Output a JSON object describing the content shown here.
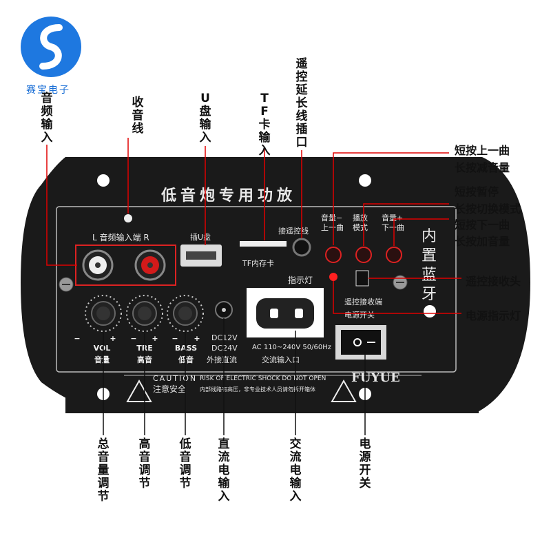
{
  "brand": {
    "name": "赛宝电子",
    "accent": "#1b6fd6"
  },
  "panel": {
    "title": "低音炮专用功放",
    "input_label": "L 音频输入端 R",
    "usb_label": "插U盘",
    "tf_label": "TF内存卡",
    "remote_ext_label": "接遥控线",
    "vol_down_label": "音量−",
    "vol_down_sub": "上一曲",
    "play_label": "播放",
    "play_sub": "模式",
    "vol_up_label": "音量+",
    "vol_up_sub": "下一曲",
    "bt_label": "内置蓝牙",
    "indicator_label": "指示灯",
    "remote_recv_label": "遥控接收端",
    "power_switch_label": "电源开关",
    "vol_knob": "VOL",
    "vol_cn": "音量",
    "tre_knob": "TRE",
    "tre_cn": "高音",
    "bass_knob": "BASS",
    "bass_cn": "低音",
    "minus": "−",
    "plus": "+",
    "dc_v1": "DC12V",
    "dc_v2": "DC24V",
    "dc_cn": "外接直流",
    "ac_range": "AC 110~240V 50/60Hz",
    "ac_cn": "交流输入口",
    "caution_en": "CAUTION",
    "caution_cn": "注意安全",
    "risk_en": "RISK OF ELECTRIC SHOCK DO NOT OPEN",
    "risk_cn": "内部线路有高压，非专业技术人员请勿拆开箱体",
    "maker": "FUYUE"
  },
  "callouts": {
    "audio_in": "音频输入",
    "antenna": "收音线",
    "usb_in": "U盘输入",
    "tf_in": "TF卡输入",
    "remote_ext": "遥控延长线插口",
    "prev_1": "短按上一曲",
    "prev_2": "长按减音量",
    "play_1": "短按暂停",
    "play_2": "长按切换模式",
    "next_1": "短按下一曲",
    "next_2": "长按加音量",
    "remote_recv": "遥控接收头",
    "power_led": "电源指示灯",
    "master_vol": "总音量调节",
    "treble": "高音调节",
    "bass": "低音调节",
    "dc_in": "直流电输入",
    "ac_in": "交流电输入",
    "power_switch": "电源开关"
  }
}
